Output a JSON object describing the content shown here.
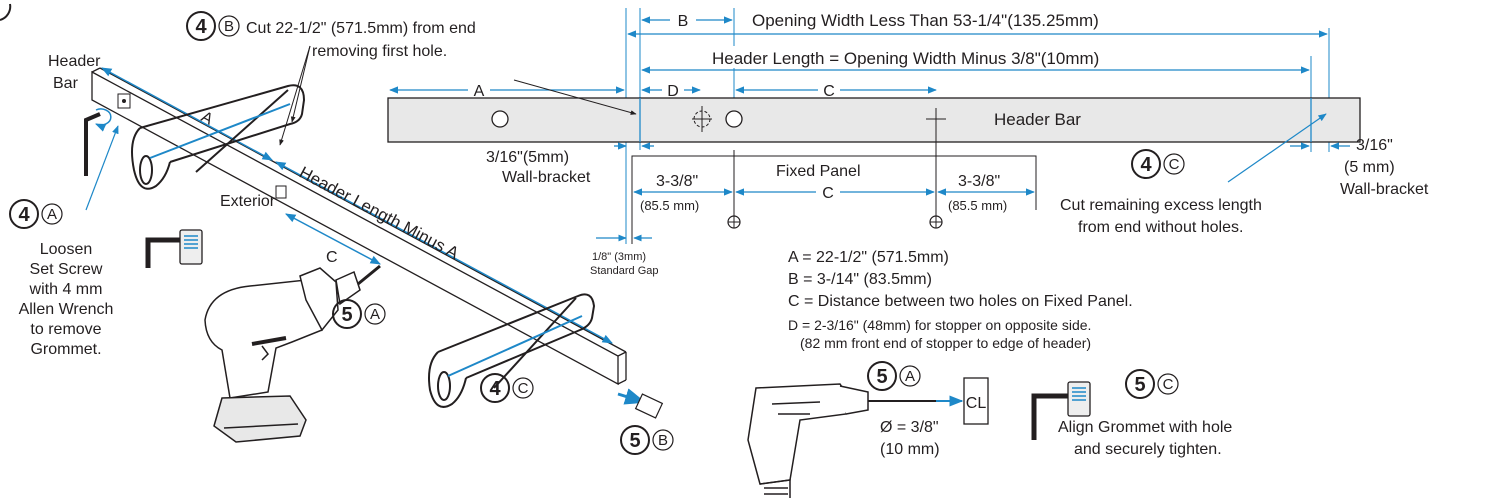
{
  "colors": {
    "dimension": "#1e88c8",
    "outline": "#231f20",
    "bar_fill": "#e8e8e8"
  },
  "left": {
    "header_bar": [
      "Header",
      "Bar"
    ],
    "step4b_num": "4",
    "step4b_letter": "B",
    "cut_first": [
      "Cut 22-1/2\" (571.5mm) from end",
      "removing first hole."
    ],
    "label_a": "A",
    "exterior": "Exterior",
    "header_length_minus_a": "Header Length Minus A",
    "label_c": "C",
    "step4a_num": "4",
    "step4a_letter": "A",
    "loosen": [
      "Loosen",
      "Set Screw",
      "with 4 mm",
      "Allen Wrench",
      "to remove",
      "Grommet."
    ],
    "step5a_num": "5",
    "step5a_letter": "A",
    "step4c_num": "4",
    "step4c_letter": "C",
    "step5b_num": "5",
    "step5b_letter": "B"
  },
  "right": {
    "dim_b": "B",
    "opening_width": "Opening Width Less Than 53-1/4\"(135.25mm)",
    "header_length": "Header Length = Opening Width Minus 3/8\"(10mm)",
    "dim_a": "A",
    "dim_d": "D",
    "dim_c": "C",
    "header_bar": "Header Bar",
    "wall_bracket_left": [
      "3/16\"(5mm)",
      "Wall-bracket"
    ],
    "fixed_panel": "Fixed Panel",
    "panel_left": [
      "3-3/8\"",
      "(85.5 mm)"
    ],
    "panel_c": "C",
    "panel_right": [
      "3-3/8\"",
      "(85.5 mm)"
    ],
    "gap": [
      "1/8\" (3mm)",
      "Standard Gap"
    ],
    "step4c_num": "4",
    "step4c_letter": "C",
    "cut_remaining": [
      "Cut remaining excess length",
      "from end without holes."
    ],
    "wall_bracket_right": [
      "3/16\"",
      "(5 mm)",
      "Wall-bracket"
    ],
    "legend": [
      "A = 22-1/2\" (571.5mm)",
      "B = 3-/14\" (83.5mm)",
      "C = Distance between two holes on Fixed Panel."
    ],
    "legend_d": [
      "D = 2-3/16\" (48mm) for stopper on opposite side.",
      "(82 mm front end of stopper to edge of header)"
    ],
    "step5a_num": "5",
    "step5a_letter": "A",
    "centerline": "CL",
    "drill_size": [
      "Ø = 3/8\"",
      "(10 mm)"
    ],
    "step5c_num": "5",
    "step5c_letter": "C",
    "align": [
      "Align Grommet with hole",
      "and securely tighten."
    ]
  }
}
